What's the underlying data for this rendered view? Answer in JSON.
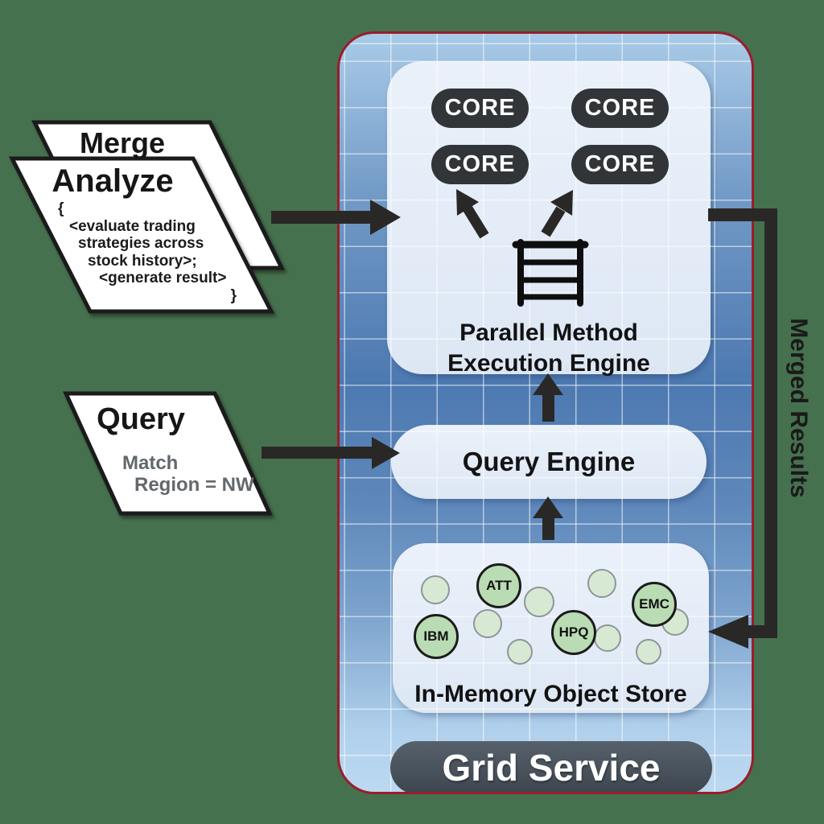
{
  "colors": {
    "background": "#46714e",
    "container_border": "#9b1c2b",
    "container_blue_dark": "#4d79b1",
    "container_blue_light": "#aecfeb",
    "light_box": "#e3ebf7",
    "core_badge": "#323538",
    "service_pill": "#47515b",
    "ticker_circle": "#badcb4",
    "plain_circle": "#d7e9d3",
    "arrow": "#2a2826"
  },
  "grid_service": {
    "label": "Grid Service"
  },
  "engine": {
    "title_line1": "Parallel Method",
    "title_line2": "Execution Engine",
    "cores": [
      "CORE",
      "CORE",
      "CORE",
      "CORE"
    ]
  },
  "query_engine": {
    "label": "Query Engine"
  },
  "object_store": {
    "label": "In-Memory Object Store",
    "objects": [
      "ATT",
      "IBM",
      "HPQ",
      "EMC"
    ]
  },
  "inputs": {
    "merge": {
      "label": "Merge"
    },
    "analyze": {
      "label": "Analyze",
      "code_lines": [
        "{",
        "<evaluate trading",
        "strategies across",
        "stock history>;",
        "<generate result>",
        "}"
      ]
    },
    "query": {
      "label": "Query",
      "detail_line1": "Match",
      "detail_line2": "Region = NW"
    }
  },
  "merged_results_label": "Merged Results"
}
